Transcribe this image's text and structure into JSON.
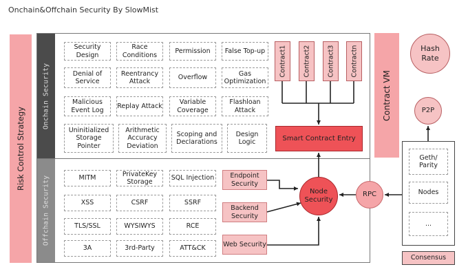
{
  "title": "Onchain&Offchain Security By SlowMist",
  "risk_control": "Risk Control Strategy",
  "onchain_label": "Onchain Security",
  "offchain_label": "Offchain Security",
  "onchain_items": [
    "Security Design",
    "Race Conditions",
    "Permission",
    "False Top-up",
    "Denial of Service",
    "Reentrancy Attack",
    "Overflow",
    "Gas Optimization",
    "Malicious Event Log",
    "Replay Attack",
    "Variable Coverage",
    "Flashloan Attack",
    "Uninitialized Storage Pointer",
    "Arithmetic Accuracy Deviation",
    "Scoping and Declarations",
    "Design Logic"
  ],
  "offchain_items": [
    "MITM",
    "PrivateKey Storage",
    "SQL Injection",
    "XSS",
    "CSRF",
    "SSRF",
    "TLS/SSL",
    "WYSIWYS",
    "RCE",
    "3A",
    "3rd-Party",
    "ATT&CK"
  ],
  "offchain_security": [
    "Endpoint Security",
    "Backend Security",
    "Web Security"
  ],
  "contracts": [
    "Contract1",
    "Contract2",
    "Contract3",
    "Contractn"
  ],
  "smart_contract_entry": "Smart Contract Entry",
  "contract_vm": "Contract VM",
  "node_security": "Node Security",
  "rpc": "RPC",
  "hash_rate": "Hash Rate",
  "p2p": "P2P",
  "node_stack": [
    "Geth/ Parity",
    "Nodes",
    "..."
  ],
  "consensus": "Consensus"
}
